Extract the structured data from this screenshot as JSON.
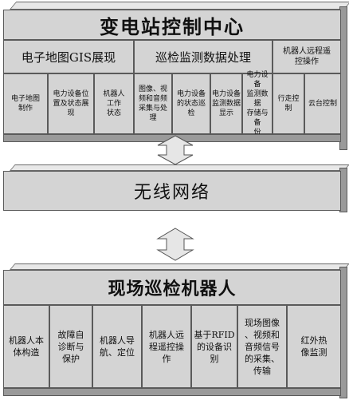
{
  "top": {
    "title": "变电站控制中心",
    "groups": [
      {
        "label": "电子地图GIS展现"
      },
      {
        "label": "巡检监测数据处理"
      },
      {
        "label": "机器人远程遥\n控操作"
      }
    ],
    "cells": [
      "电子地图\n制作",
      "电力设备位\n置及状态展\n现",
      "机器人\n工作\n状态",
      "图像、视\n频和音频\n采集与处\n理",
      "电力设备\n的状态巡\n检",
      "电力设备\n监测数据\n显示",
      "电力设备\n监测数据\n存储与备\n份",
      "行走控\n制",
      "云台控制"
    ]
  },
  "middle": {
    "title": "无线网络"
  },
  "bottom": {
    "title": "现场巡检机器人",
    "cells": [
      "机器人本\n体构造",
      "故障自\n诊断与\n保护",
      "机器人导\n航、定位",
      "机器人远\n程遥控操\n作",
      "基于RFID\n的设备识\n别",
      "现场图像\n、视频和\n音频信号\n的采集、\n传输",
      "红外热\n像监测"
    ]
  }
}
